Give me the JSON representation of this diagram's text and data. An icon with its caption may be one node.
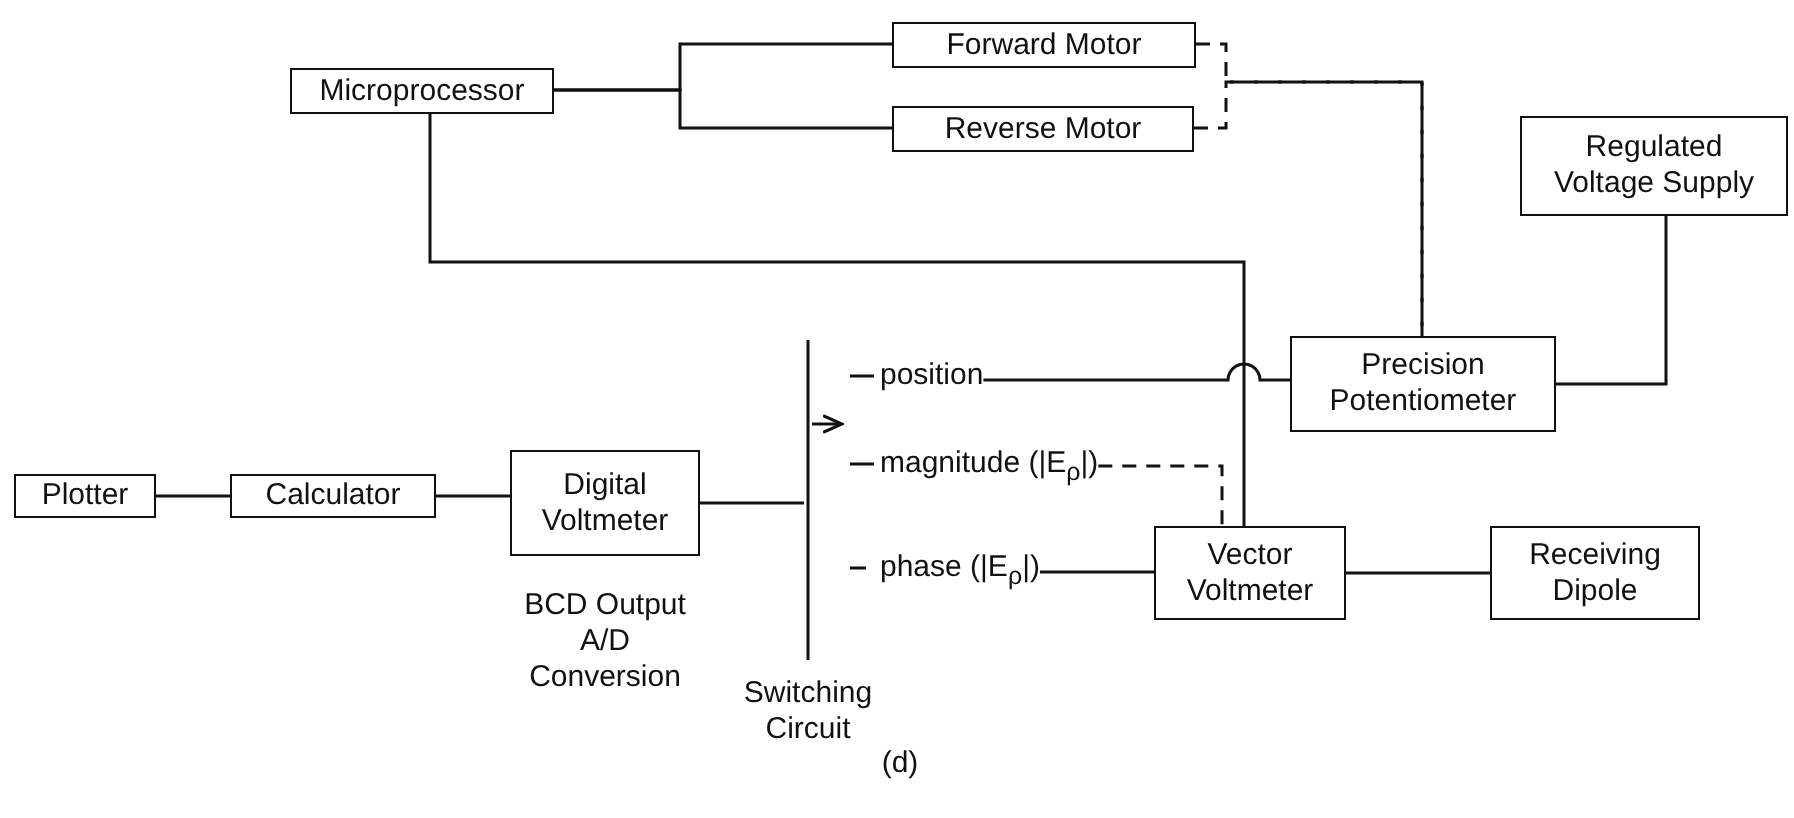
{
  "diagram": {
    "nodes": [
      {
        "text": [
          "Microprocessor"
        ]
      },
      {
        "text": [
          "Forward Motor"
        ]
      },
      {
        "text": [
          "Reverse Motor"
        ]
      },
      {
        "text": [
          "Regulated Voltage Supply"
        ]
      },
      {
        "text": [
          "Precision Potentiometer"
        ]
      },
      {
        "text": [],
        "shape": "bar",
        "beside": [
          "Switching Circuit"
        ]
      },
      {
        "text": [
          "position"
        ]
      },
      {
        "text": [
          "magnitude (|E$_{ρ}$|)"
        ]
      },
      {
        "text": [
          "phase (|E$_{ρ}$|)"
        ]
      },
      {
        "text": [
          "Vector Voltmeter"
        ]
      },
      {
        "text": [
          "Receiving Dipole"
        ]
      },
      {
        "text": [
          "Plotter"
        ]
      },
      {
        "text": [
          "Calculator"
        ]
      },
      {
        "text": [
          "Digital Voltmeter"
        ],
        "beside": [
          "BCD Output A/D Conversion"
        ]
      }
    ],
    "edges": [
      {
        "from": 0,
        "to": 1,
        "arrow": "none"
      },
      {
        "from": 0,
        "to": 2,
        "arrow": "none"
      },
      {
        "from": 1,
        "to": 4,
        "arrow": "none",
        "style": "dashed"
      },
      {
        "from": 2,
        "to": 4,
        "arrow": "none",
        "style": "dashed"
      },
      {
        "from": 0,
        "to": 9,
        "arrow": "none"
      },
      {
        "from": 3,
        "to": 4,
        "arrow": "none"
      },
      {
        "from": 6,
        "to": 4,
        "arrow": "none"
      },
      {
        "from": 7,
        "to": 9,
        "arrow": "none",
        "style": "dashed"
      },
      {
        "from": 8,
        "to": 9,
        "arrow": "none"
      },
      {
        "from": 9,
        "to": 10,
        "arrow": "none"
      },
      {
        "from": 11,
        "to": 12,
        "arrow": "none"
      },
      {
        "from": 12,
        "to": 13,
        "arrow": "none"
      },
      {
        "from": 13,
        "to": 5,
        "arrow": "none"
      },
      {
        "from": 5,
        "to": null,
        "arrow": "to"
      }
    ],
    "labels": [
      "(d)"
    ]
  }
}
